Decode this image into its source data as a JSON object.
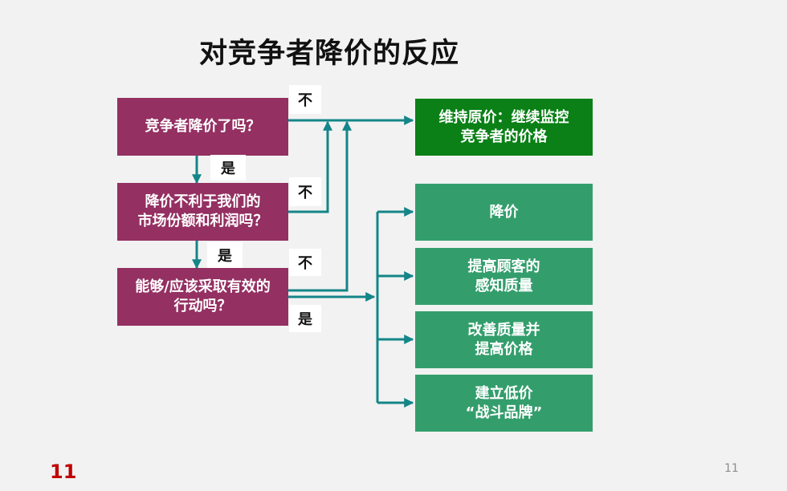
{
  "title": "对竞争者降价的反应",
  "questions": {
    "q1": "竞争者降价了吗？",
    "q2": "降价不利于我们的\n市场份额和利润吗？",
    "q3": "能够/应该采取有效的\n行动吗？"
  },
  "keep_price": "维持原价：继续监控\n竞争者的价格",
  "actions": [
    "降价",
    "提高顾客的\n感知质量",
    "改善质量并\n提高价格",
    "建立低价\n“战斗品牌”"
  ],
  "labels": {
    "no": "不",
    "yes": "是"
  },
  "footer": {
    "slide_number": "11",
    "page_number": "11"
  },
  "colors": {
    "question_box": "#943062",
    "keep_box": "#0a8016",
    "action_box": "#339e6c",
    "connector": "#148588",
    "slide_number": "#c00000"
  }
}
